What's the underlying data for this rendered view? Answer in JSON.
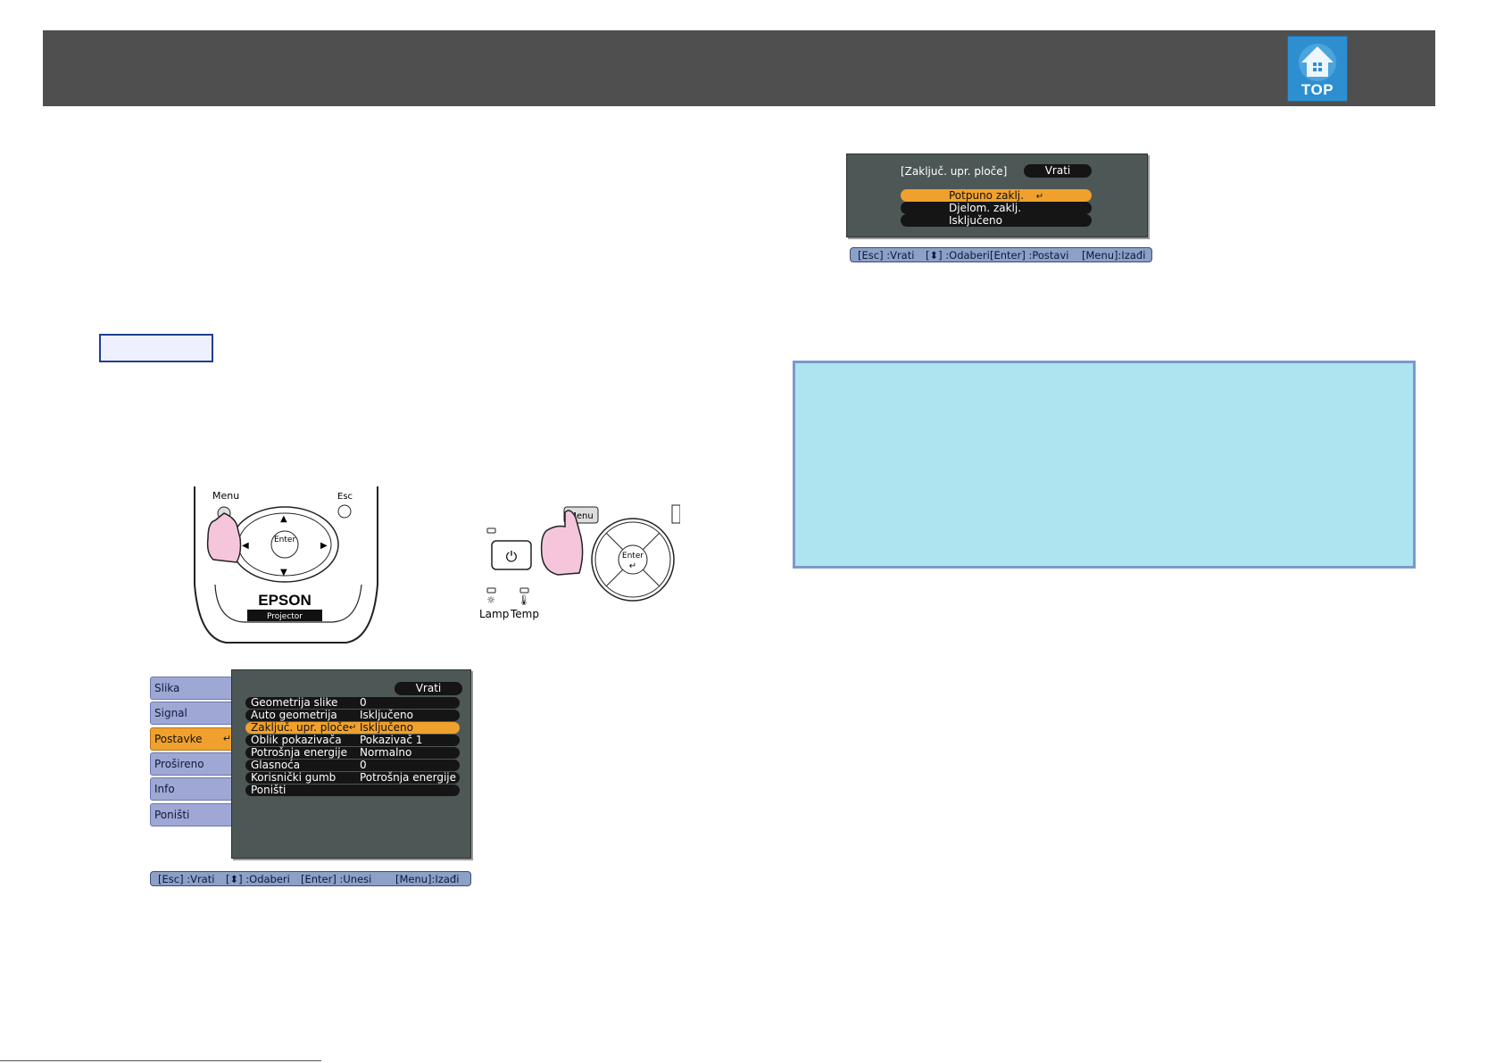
{
  "header": {
    "badge_label": "TOP"
  },
  "dialog": {
    "title": "[Zaključ. upr. ploče]",
    "back_label": "Vrati",
    "options": [
      "Potpuno zaklj.",
      "Djelom. zaklj.",
      "Isključeno"
    ],
    "selected_index": 0
  },
  "dialog_help": {
    "items": [
      "[Esc] :Vrati",
      "[⬍] :Odaberi",
      "[Enter] :Postavi",
      "[Menu]:Izađi"
    ]
  },
  "remote": {
    "menu_label": "Menu",
    "esc_label": "Esc",
    "enter_label": "Enter",
    "brand": "EPSON",
    "model": "Projector"
  },
  "panel": {
    "menu_label": "Menu",
    "enter_label": "Enter",
    "lamp_label": "Lamp",
    "temp_label": "Temp"
  },
  "menu": {
    "tabs": [
      "Slika",
      "Signal",
      "Postavke",
      "Prošireno",
      "Info",
      "Poništi"
    ],
    "active_tab": 2,
    "back_label": "Vrati",
    "rows": [
      {
        "label": "Geometrija slike",
        "value": "0"
      },
      {
        "label": "Auto geometrija",
        "value": "Isključeno"
      },
      {
        "label": "Zaključ. upr. ploče",
        "value": "Isključeno"
      },
      {
        "label": "Oblik pokazivača",
        "value": "Pokazivač 1"
      },
      {
        "label": "Potrošnja energije",
        "value": "Normalno"
      },
      {
        "label": "Glasnoća",
        "value": "0"
      },
      {
        "label": "Korisnički gumb",
        "value": "Potrošnja energije"
      },
      {
        "label": "Poništi",
        "value": ""
      }
    ],
    "selected_row": 2
  },
  "menu_help": {
    "items": [
      "[Esc] :Vrati",
      "[⬍] :Odaberi",
      "[Enter] :Unesi",
      "[Menu]:Izađi"
    ]
  },
  "colors": {
    "header": "#4f4f4f",
    "highlight": "#f0a12d",
    "note_bg": "#aee3f0",
    "osd_bg": "#4d5756"
  }
}
